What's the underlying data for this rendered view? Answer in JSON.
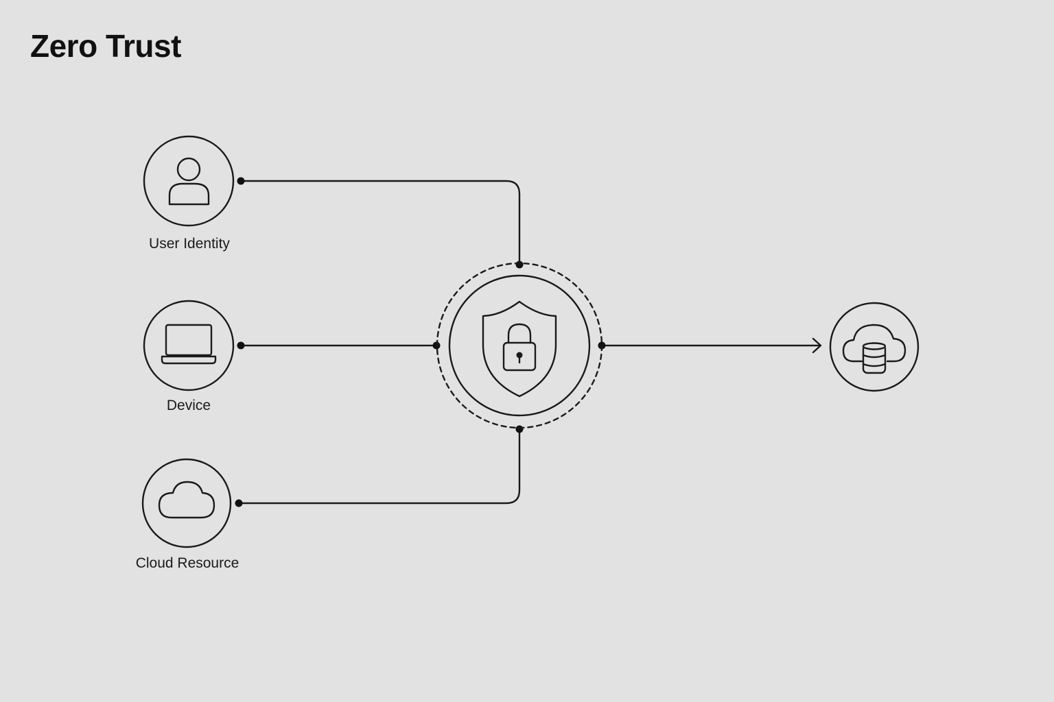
{
  "title": "Zero Trust",
  "colors": {
    "background": "#e2e2e2",
    "stroke": "#1a1a1a"
  },
  "nodes": [
    {
      "id": "user",
      "label": "User Identity",
      "icon": "user-icon"
    },
    {
      "id": "device",
      "label": "Device",
      "icon": "laptop-icon"
    },
    {
      "id": "cloud",
      "label": "Cloud Resource",
      "icon": "cloud-icon"
    },
    {
      "id": "gateway",
      "label": "",
      "icon": "shield-lock-icon"
    },
    {
      "id": "destination",
      "label": "",
      "icon": "cloud-database-icon"
    }
  ],
  "edges": [
    {
      "from": "user",
      "to": "gateway"
    },
    {
      "from": "device",
      "to": "gateway"
    },
    {
      "from": "cloud",
      "to": "gateway"
    },
    {
      "from": "gateway",
      "to": "destination"
    }
  ]
}
